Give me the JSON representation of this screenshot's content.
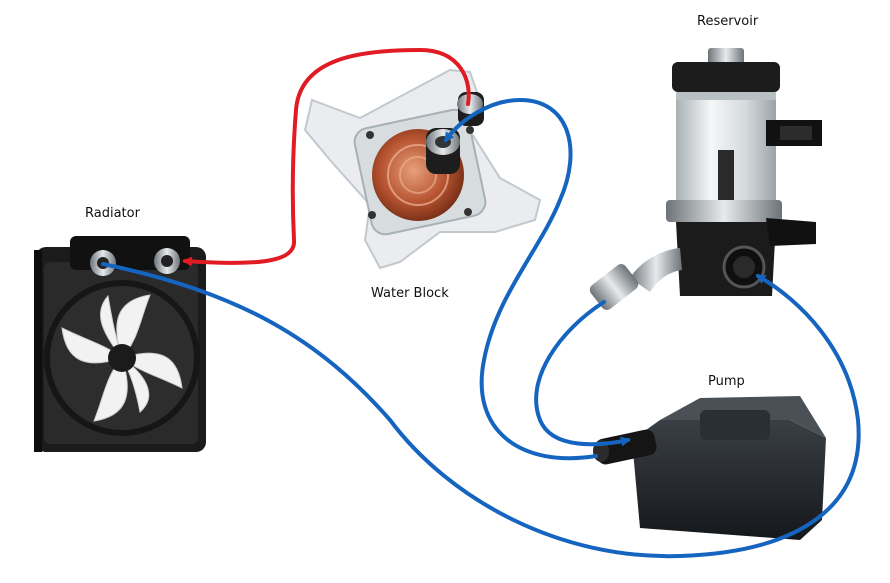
{
  "labels": {
    "reservoir": "Reservoir",
    "radiator": "Radiator",
    "water_block": "Water Block",
    "pump": "Pump"
  },
  "colors": {
    "hot_tube": "#e01b24",
    "cold_tube": "#1565c0",
    "component": "#1b1b1b",
    "acrylic": "#e9ecef",
    "copper": "#b5522f",
    "fan_blade": "#f2f2f2"
  },
  "icons": [
    "radiator-icon",
    "fan-icon",
    "water-block-icon",
    "reservoir-icon",
    "pump-icon",
    "fitting-icon",
    "arrow-icon"
  ]
}
